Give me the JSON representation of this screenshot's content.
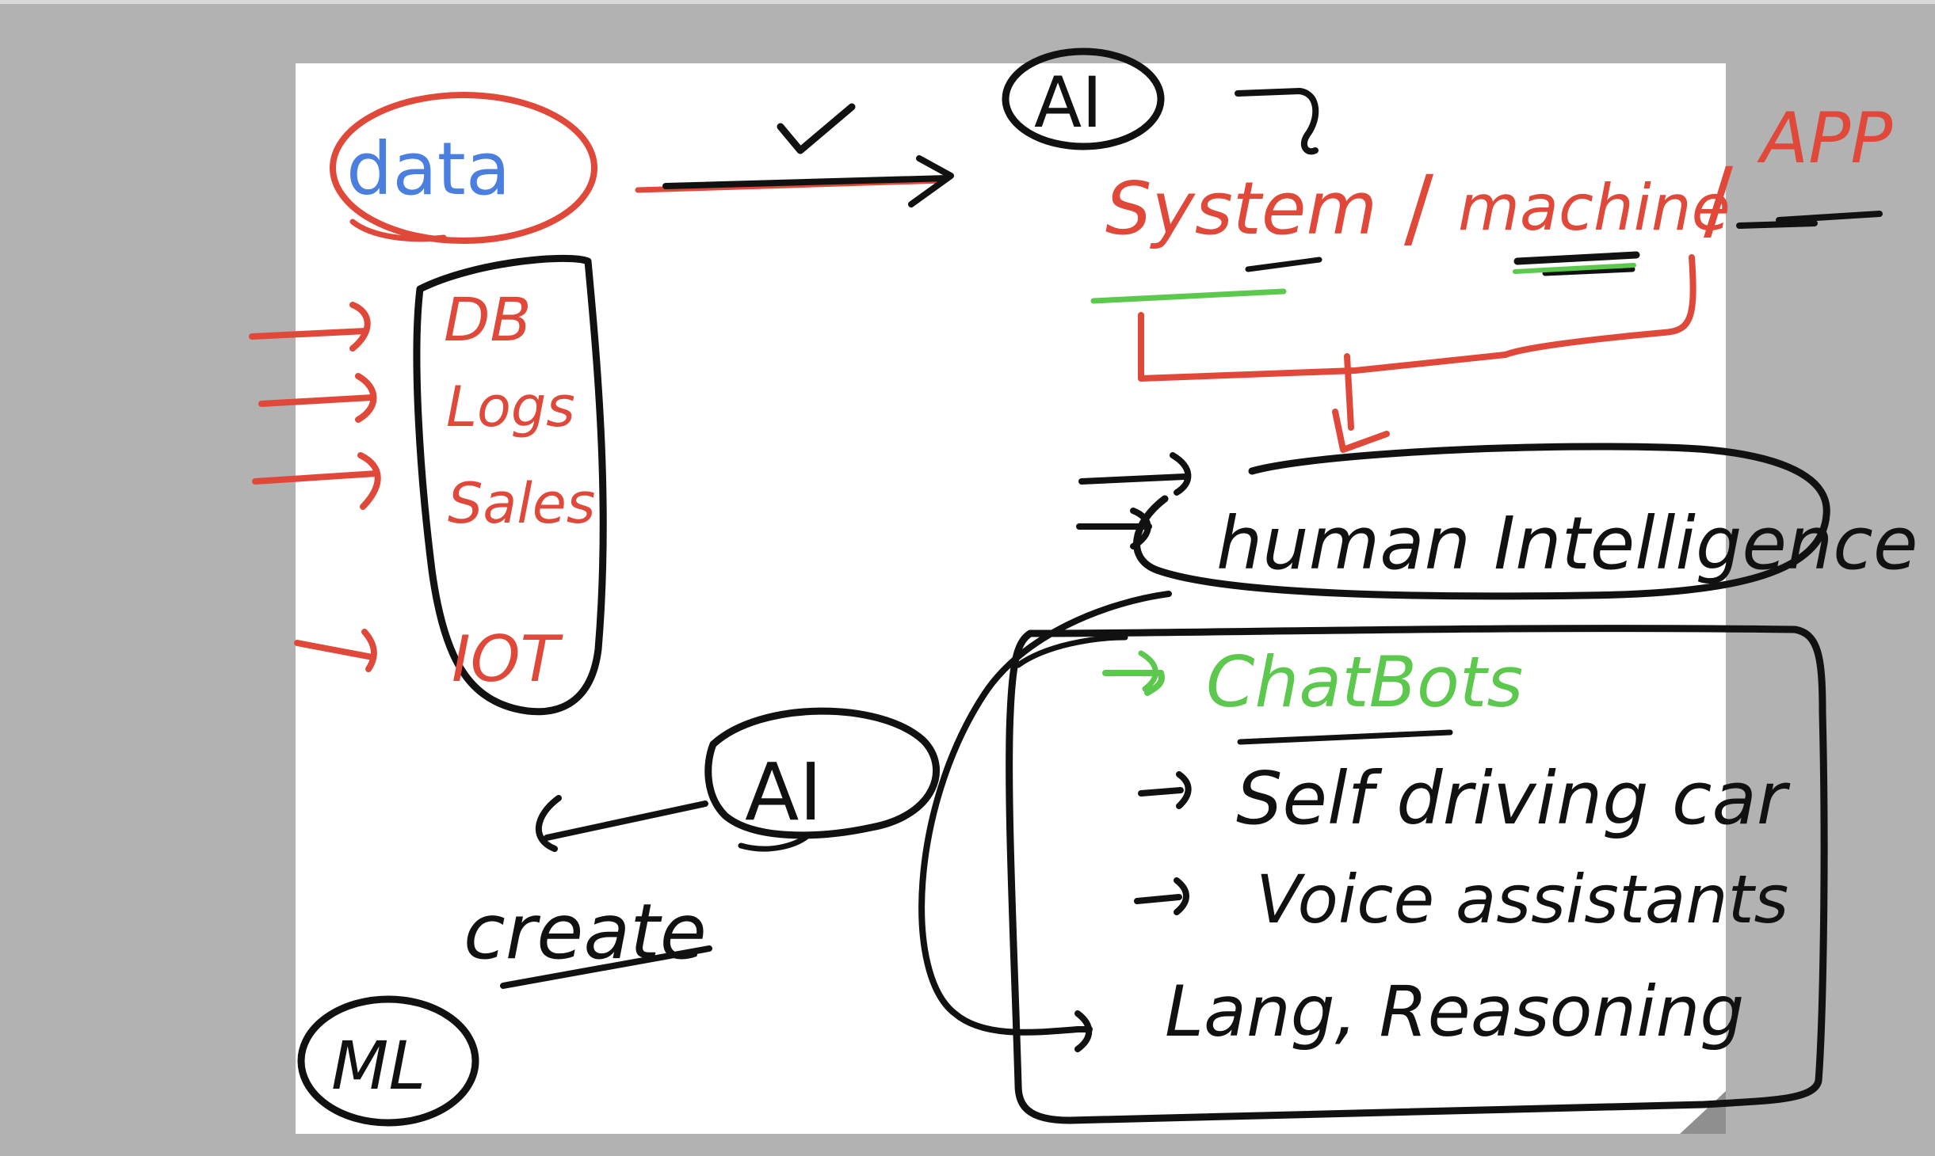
{
  "colors": {
    "background": "#b2b2b2",
    "page": "#ffffff",
    "red_ink": "#e0483a",
    "black_ink": "#111111",
    "green_ink": "#5cc94e",
    "blue_text": "#4a7fe0"
  },
  "labels": {
    "data": "data",
    "sources": [
      "DB",
      "Logs",
      "Sales",
      "IOT"
    ],
    "ai_top": "AI",
    "system": "System",
    "slash1": "/",
    "machine": "machine",
    "slash2": "/",
    "app": "APP",
    "human_intelligence": "human Intelligence",
    "chatbots": "ChatBots",
    "self_driving": "Self driving car",
    "voice": "Voice assistants",
    "lang": "Lang, Reasoning",
    "ai_bottom": "AI",
    "create": "create",
    "ml": "ML"
  }
}
